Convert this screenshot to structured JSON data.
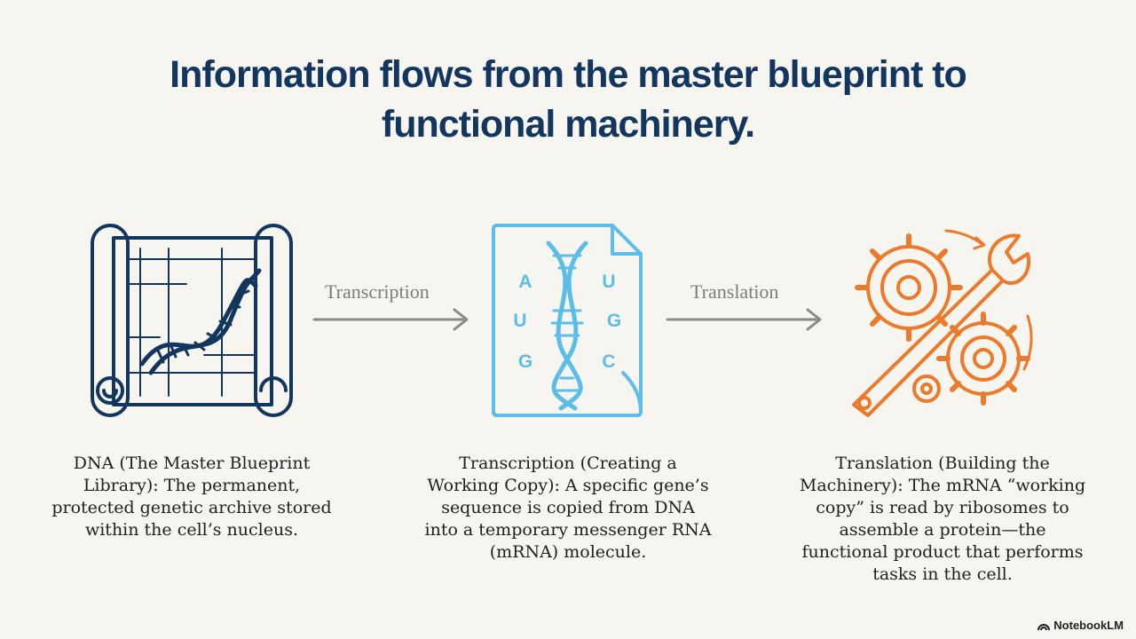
{
  "title": "Information flows from the master blueprint to functional machinery.",
  "stages": [
    {
      "icon": "blueprint-scroll-dna-icon",
      "color": "#13365f",
      "caption": "DNA (The Master Blueprint Library): The permanent, protected genetic archive stored within the cell’s nucleus."
    },
    {
      "icon": "mrna-document-icon",
      "color": "#5bbde8",
      "letters": [
        "A",
        "U",
        "U",
        "G",
        "G",
        "C"
      ],
      "caption": "Transcription (Creating a Working Copy): A specific gene’s sequence is copied from DNA into a temporary messenger RNA (mRNA) molecule."
    },
    {
      "icon": "gears-wrench-icon",
      "color": "#ec7a2a",
      "caption": "Translation (Building the Machinery): The mRNA “working copy” is read by ribosomes to assemble a protein—the functional product that performs tasks in the cell."
    }
  ],
  "arrows": [
    {
      "label": "Transcription",
      "color": "#8a8a88"
    },
    {
      "label": "Translation",
      "color": "#8a8a88"
    }
  ],
  "brand": "NotebookLM"
}
